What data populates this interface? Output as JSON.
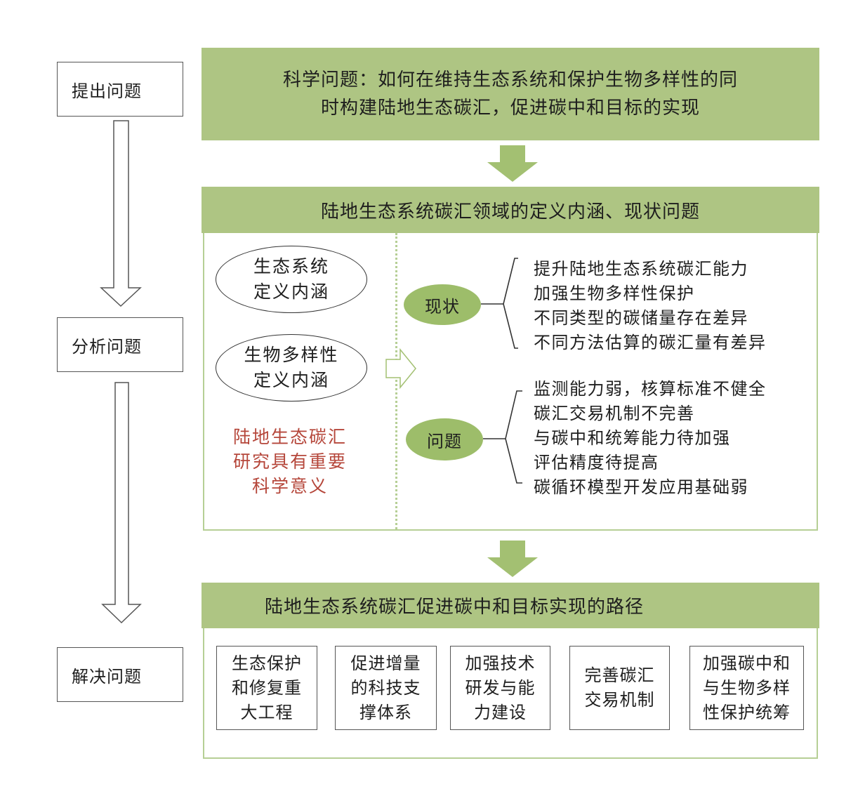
{
  "left_steps": [
    {
      "label": "提出问题"
    },
    {
      "label": "分析问题"
    },
    {
      "label": "解决问题"
    }
  ],
  "science_question": {
    "lines": [
      "科学问题：如何在维持生态系统和保护生物多样性的同",
      "时构建陆地生态碳汇，促进碳中和目标的实现"
    ]
  },
  "analysis": {
    "header": "陆地生态系统碳汇领域的定义内涵、现状问题",
    "definitions": [
      {
        "lines": [
          "生态系统",
          "定义内涵"
        ]
      },
      {
        "lines": [
          "生物多样性",
          "定义内涵"
        ]
      }
    ],
    "significance": {
      "lines": [
        "陆地生态碳汇",
        "研究具有重要",
        "科学意义"
      ]
    },
    "status": {
      "label": "现状",
      "items": [
        "提升陆地生态系统碳汇能力",
        "加强生物多样性保护",
        "不同类型的碳储量存在差异",
        "不同方法估算的碳汇量有差异"
      ]
    },
    "problems": {
      "label": "问题",
      "items": [
        "监测能力弱，核算标准不健全",
        "碳汇交易机制不完善",
        "与碳中和统筹能力待加强",
        "评估精度待提高",
        "碳循环模型开发应用基础弱"
      ]
    }
  },
  "pathways": {
    "header": "陆地生态系统碳汇促进碳中和目标实现的路径",
    "boxes": [
      {
        "lines": [
          "生态保护",
          "和修复重",
          "大工程"
        ]
      },
      {
        "lines": [
          "促进增量",
          "的科技支",
          "撑体系"
        ]
      },
      {
        "lines": [
          "加强技术",
          "研发与能",
          "力建设"
        ]
      },
      {
        "lines": [
          "完善碳汇",
          "交易机制"
        ]
      },
      {
        "lines": [
          "加强碳中和",
          "与生物多样",
          "性保护统筹"
        ]
      }
    ]
  },
  "colors": {
    "green_bar": "#aec583",
    "green_oval": "#9dbd6a",
    "panel_border": "#b6cf95",
    "arrow_green": "#a3c072",
    "significance_red": "#b5463a"
  }
}
